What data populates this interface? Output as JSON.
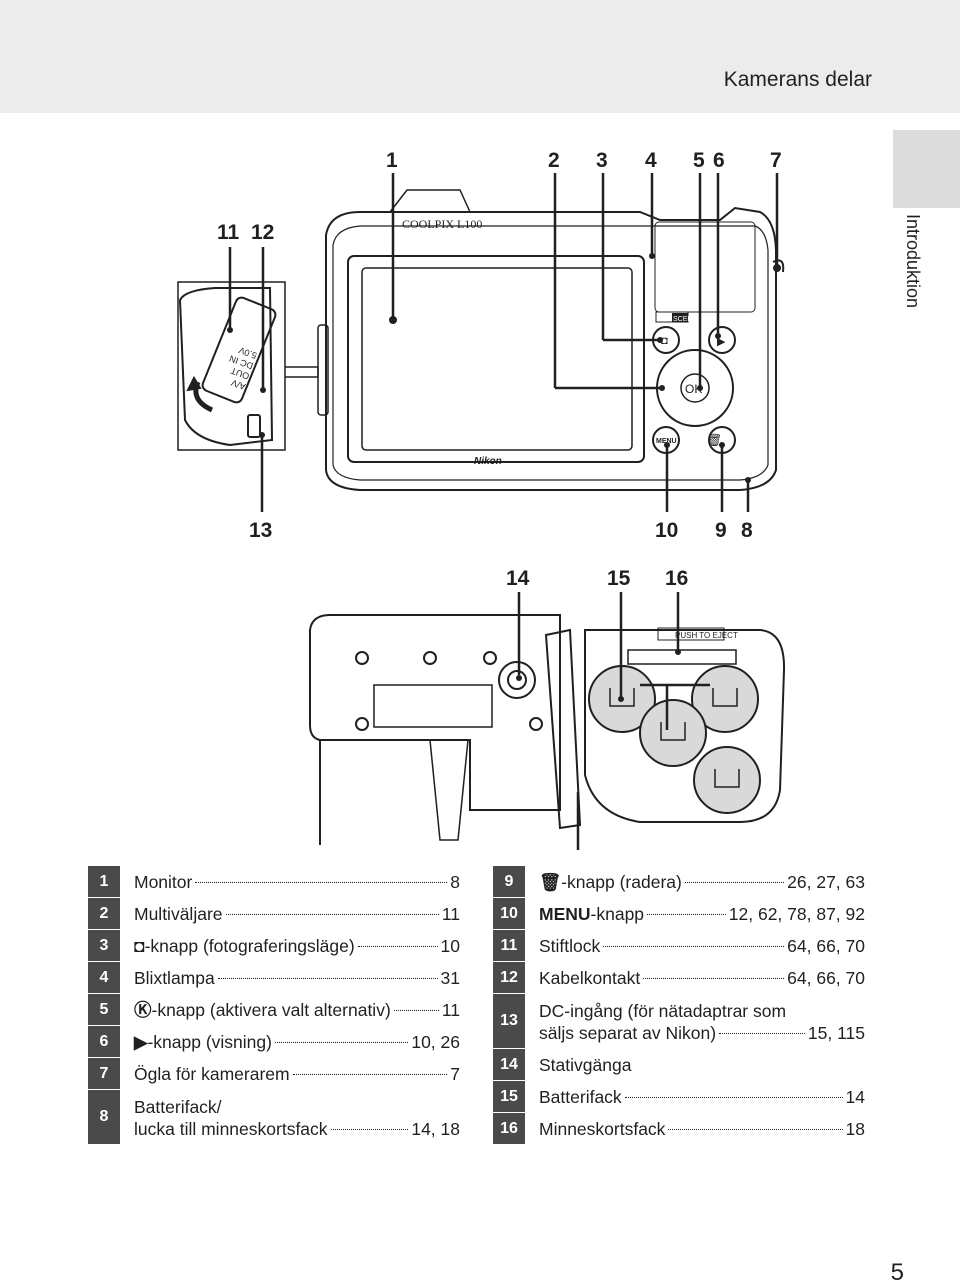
{
  "header": {
    "title": "Kamerans delar"
  },
  "side_tab": {
    "label": "Introduktion"
  },
  "page_number": "5",
  "figure_top": {
    "brand": "COOLPIX L100",
    "logo": "Nikon",
    "scene_label": "SCENE",
    "ok_label": "OK",
    "menu_label": "MENU",
    "port_labels": [
      "A/V",
      "OUT",
      "DC IN",
      "5.0V"
    ],
    "callouts_top": [
      "1",
      "2",
      "3",
      "4",
      "5",
      "6",
      "7"
    ],
    "callouts_side": [
      "11",
      "12"
    ],
    "callouts_bottom": [
      "13",
      "10",
      "9",
      "8"
    ]
  },
  "figure_bottom": {
    "eject_label": "PUSH TO EJECT",
    "callouts": [
      "14",
      "15",
      "16"
    ]
  },
  "parts_left": [
    {
      "num": "1",
      "text": "Monitor",
      "page": "8"
    },
    {
      "num": "2",
      "text": "Multiväljare",
      "page": "11"
    },
    {
      "num": "3",
      "glyph": "camera-icon",
      "text": "-knapp (fotograferingsläge)",
      "page": "10"
    },
    {
      "num": "4",
      "text": "Blixtlampa",
      "page": "31"
    },
    {
      "num": "5",
      "glyph": "ok-icon",
      "text": "-knapp (aktivera valt alternativ)",
      "page": "11"
    },
    {
      "num": "6",
      "glyph": "play-icon",
      "text": "-knapp (visning)",
      "page": "10, 26"
    },
    {
      "num": "7",
      "text": "Ögla för kamerarem",
      "page": "7"
    },
    {
      "num": "8",
      "line1": "Batterifack/",
      "text": "lucka till minneskortsfack",
      "page": "14, 18"
    }
  ],
  "parts_right": [
    {
      "num": "9",
      "glyph": "trash-icon",
      "text": "-knapp (radera)",
      "page": "26, 27, 63"
    },
    {
      "num": "10",
      "glyph": "menu-icon",
      "text": "-knapp",
      "page": "12, 62, 78, 87, 92"
    },
    {
      "num": "11",
      "text": "Stiftlock",
      "page": "64, 66, 70"
    },
    {
      "num": "12",
      "text": "Kabelkontakt",
      "page": "64, 66, 70"
    },
    {
      "num": "13",
      "line1": "DC-ingång (för nätadaptrar som",
      "text": "säljs separat av Nikon)",
      "page": "15, 115"
    },
    {
      "num": "14",
      "text": "Stativgänga",
      "page": ""
    },
    {
      "num": "15",
      "text": "Batterifack",
      "page": "14"
    },
    {
      "num": "16",
      "text": "Minneskortsfack",
      "page": "18"
    }
  ]
}
